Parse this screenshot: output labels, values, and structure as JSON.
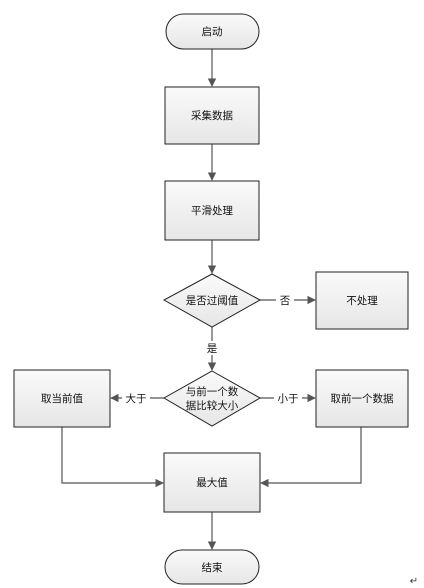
{
  "diagram": {
    "nodes": {
      "start": {
        "label": "启动"
      },
      "collect": {
        "label": "采集数据"
      },
      "smooth": {
        "label": "平滑处理"
      },
      "threshold": {
        "label": "是否过阈值"
      },
      "no_process": {
        "label": "不处理"
      },
      "compare": {
        "label_line1": "与前一个数",
        "label_line2": "据比较大小"
      },
      "take_current": {
        "label": "取当前值"
      },
      "take_previous": {
        "label": "取前一个数据"
      },
      "max_value": {
        "label": "最大值"
      },
      "end": {
        "label": "结束"
      }
    },
    "edges": {
      "threshold_no": "否",
      "threshold_yes": "是",
      "compare_greater": "大于",
      "compare_less": "小于"
    },
    "colors": {
      "node_fill": "#ededed",
      "stroke": "#222222",
      "edge": "#555555"
    },
    "return_mark": "↵"
  }
}
